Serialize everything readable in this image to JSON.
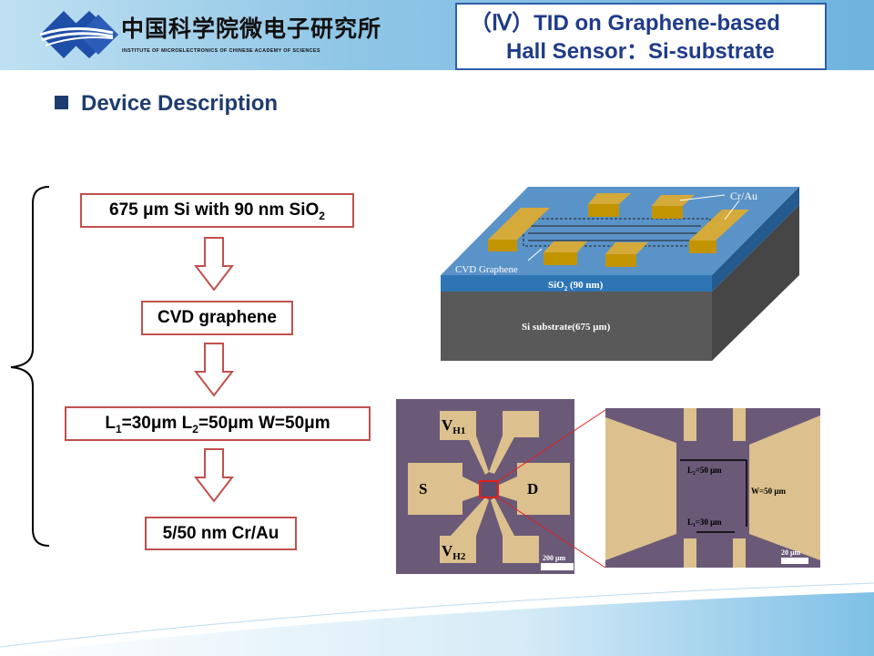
{
  "header": {
    "logo_cn": "中国科学院微电子研究所",
    "logo_en": "INSTITUTE OF MICROELECTRONICS OF CHINESE ACADEMY OF SCIENCES",
    "title_line1": "（Ⅳ）TID on Graphene-based",
    "title_line2": "Hall Sensor：Si-substrate"
  },
  "section": {
    "title": "Device Description"
  },
  "flow": {
    "step1": {
      "pre": "675 μm Si with 90 nm SiO",
      "sub": "2"
    },
    "step2": "CVD graphene",
    "step3": {
      "a": "L",
      "a_sub": "1",
      "b": "=30μm L",
      "b_sub": "2",
      "c": "=50μm W=50μm"
    },
    "step4": "5/50 nm Cr/Au"
  },
  "diagram": {
    "cr_au": "Cr/Au",
    "graphene": "CVD Graphene",
    "sio2": "SiO",
    "sio2_sub": "2",
    "sio2_rest": " (90 nm)",
    "si": "Si substrate(675 μm)"
  },
  "micrograph": {
    "vh1": "V",
    "vh1_sub": "H1",
    "vh2": "V",
    "vh2_sub": "H2",
    "s": "S",
    "d": "D",
    "scale1": "200 μm",
    "l2": "L₂=50 μm",
    "l1": "L₁=30 μm",
    "w": "W=50 μm",
    "scale2": "20 μm"
  },
  "colors": {
    "accent": "#1f3c88",
    "box_border": "#c0504d",
    "gold": "#c9a227",
    "sio2": "#2e75b6"
  }
}
